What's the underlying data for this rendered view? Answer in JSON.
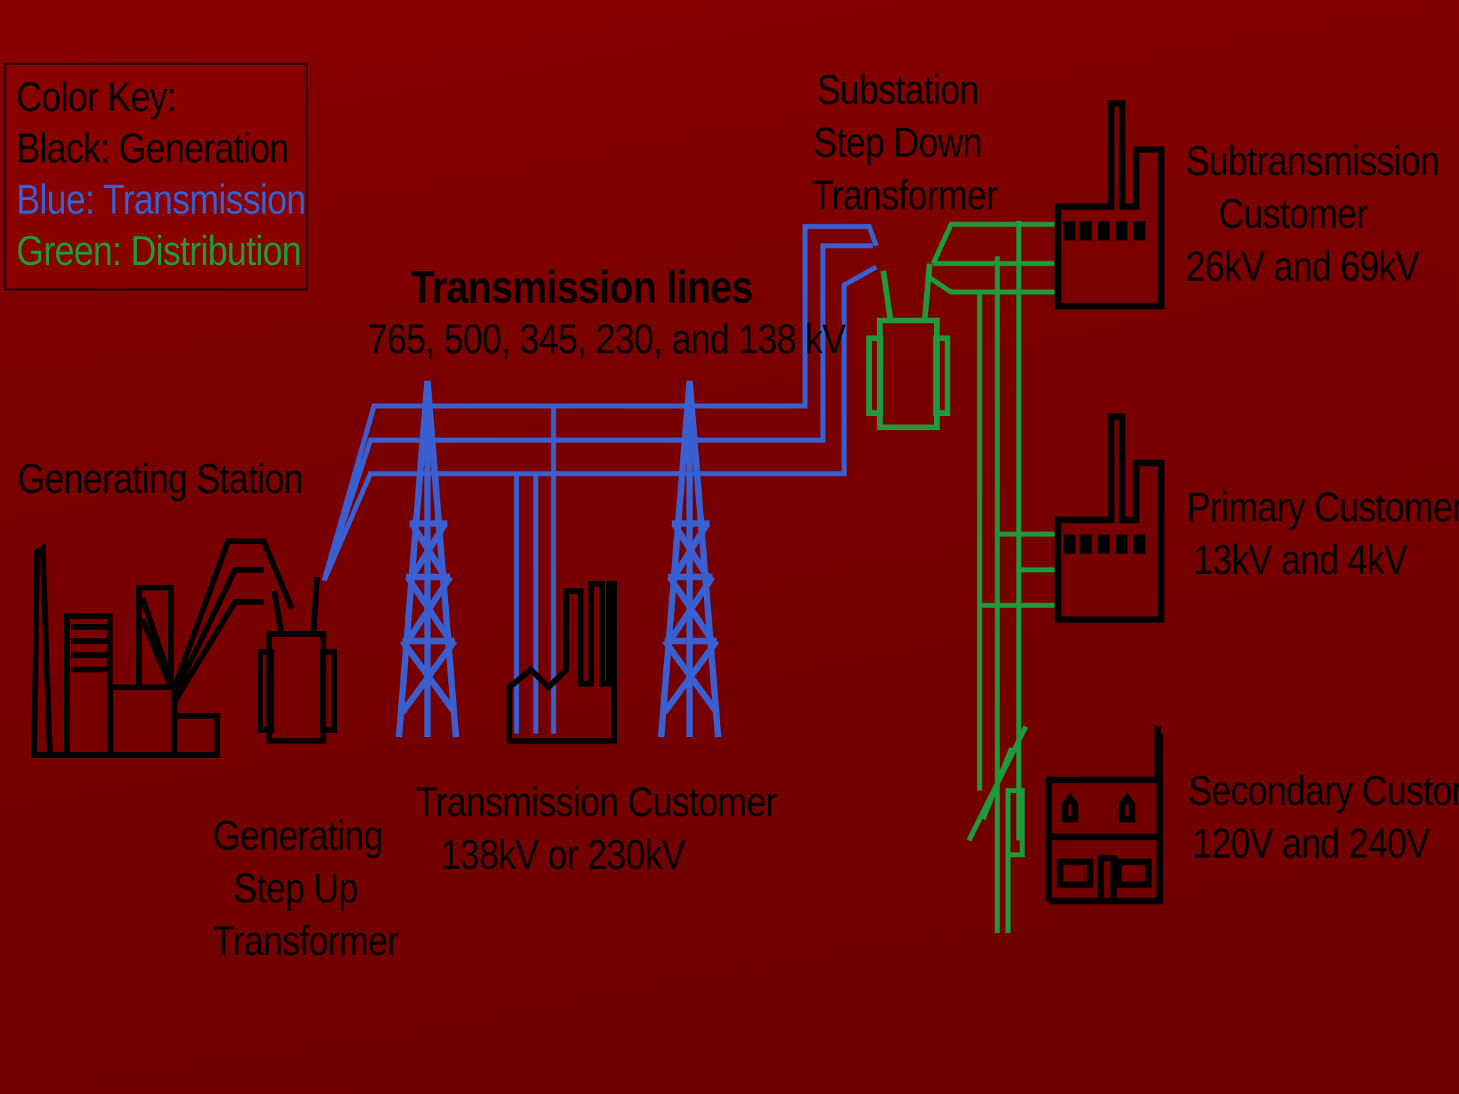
{
  "key": {
    "title": "Color Key:",
    "black": "Black:  Generation",
    "blue": "Blue:    Transmission",
    "green": "Green: Distribution"
  },
  "labels": {
    "transmission_lines_title": "Transmission lines",
    "transmission_lines_kv": "765, 500, 345, 230, and 138 kV",
    "generating_station": "Generating Station",
    "step_up": [
      "Generating",
      "Step Up",
      "Transformer"
    ],
    "transmission_customer": [
      "Transmission Customer",
      "138kV or 230kV"
    ],
    "substation": [
      "Substation",
      "Step Down",
      "Transformer"
    ],
    "subtransmission": [
      "Subtransmission",
      "Customer",
      "26kV and 69kV"
    ],
    "primary": [
      "Primary Customer",
      "13kV and 4kV"
    ],
    "secondary": [
      "Secondary Customer",
      "120V and 240V"
    ]
  },
  "colors": {
    "generation": "#000000",
    "transmission": "#3a5fd0",
    "distribution": "#1e9a3a",
    "background": "#7a0000"
  }
}
